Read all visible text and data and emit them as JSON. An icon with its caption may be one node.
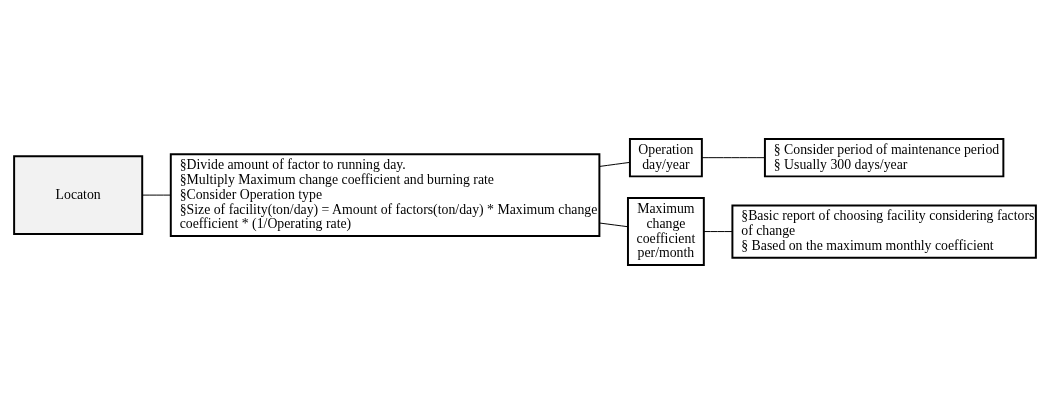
{
  "diagram": {
    "nodes": [
      {
        "text": [
          "Locaton"
        ]
      },
      {
        "text": [
          "§Divide amount of factor to running day.",
          "§Multiply Maximum change coefficient and burning rate",
          "§Consider Operation type",
          "§Size of facility(ton/day) = Amount of factors(ton/day) * Maximum change coefficient * (1/Operating rate)"
        ]
      },
      {
        "text": [
          "Operation day/year"
        ]
      },
      {
        "text": [
          "§ Consider period of maintenance period",
          "§ Usually 300 days/year"
        ]
      },
      {
        "text": [
          "Maximum change coefficient per/month"
        ]
      },
      {
        "text": [
          "§Basic report of choosing facility considering factors of change",
          "§ Based on the maximum monthly coefficient"
        ]
      }
    ],
    "edges": [
      {
        "from": 0,
        "to": 1,
        "arrow": "none"
      },
      {
        "from": 1,
        "to": 2,
        "arrow": "none"
      },
      {
        "from": 1,
        "to": 4,
        "arrow": "none"
      },
      {
        "from": 2,
        "to": 3,
        "arrow": "none"
      },
      {
        "from": 4,
        "to": 5,
        "arrow": "none"
      }
    ]
  }
}
